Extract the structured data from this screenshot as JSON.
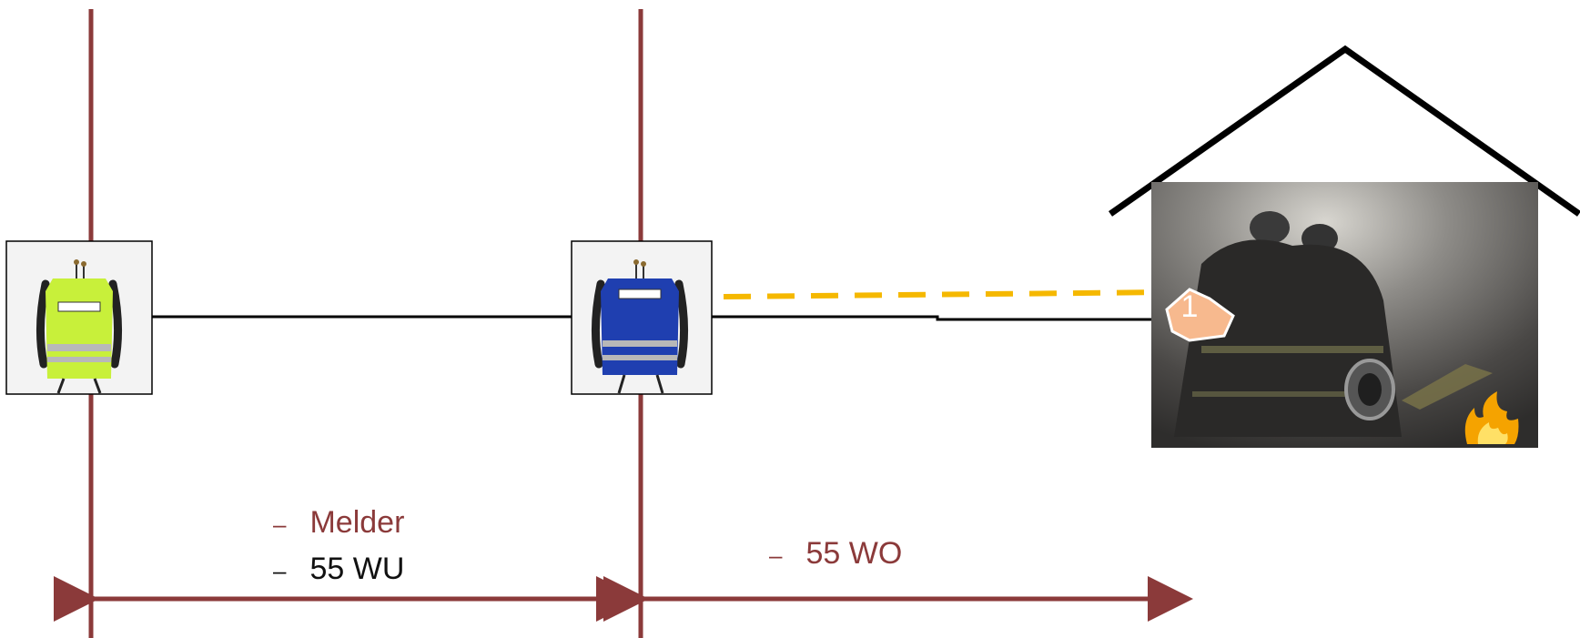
{
  "labels": {
    "left_items": [
      {
        "bullet": "–",
        "text": "Melder",
        "color": "#8b3a3a"
      },
      {
        "bullet": "–",
        "text": "55 WU",
        "color": "#111111"
      }
    ],
    "right_item": {
      "bullet": "–",
      "text": "55 WO",
      "color": "#8b3a3a"
    }
  },
  "marker": {
    "number": "1",
    "fill": "#f7b98e"
  },
  "colors": {
    "divider": "#8b3a3a",
    "arrow": "#8b3a3a",
    "dashed_line": "#f5b800",
    "roof": "#000000",
    "vest_left": "#c8f03a",
    "vest_right": "#1f3fb0"
  },
  "icons": [
    "yellow-vest-icon",
    "blue-vest-icon",
    "house-roof-icon",
    "fire-icon",
    "smoke-photo"
  ]
}
